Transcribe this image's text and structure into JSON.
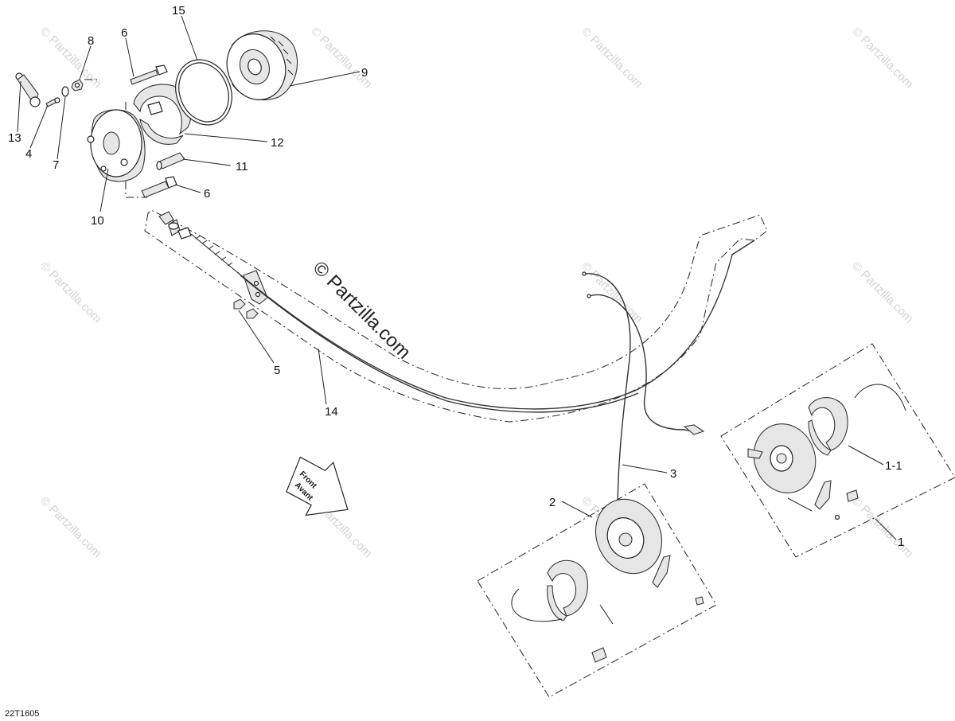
{
  "diagram": {
    "drawing_code": "22T1605",
    "watermark": "© Partzilla.com",
    "front_arrow": {
      "line1": "Front",
      "line2": "Avant"
    },
    "callouts": {
      "c15": "15",
      "c8": "8",
      "c6a": "6",
      "c9": "9",
      "c13": "13",
      "c4": "4",
      "c7": "7",
      "c12": "12",
      "c11": "11",
      "c6b": "6",
      "c10": "10",
      "c5": "5",
      "c14": "14",
      "c3": "3",
      "c2": "2",
      "c1_1": "1-1",
      "c1": "1"
    }
  }
}
